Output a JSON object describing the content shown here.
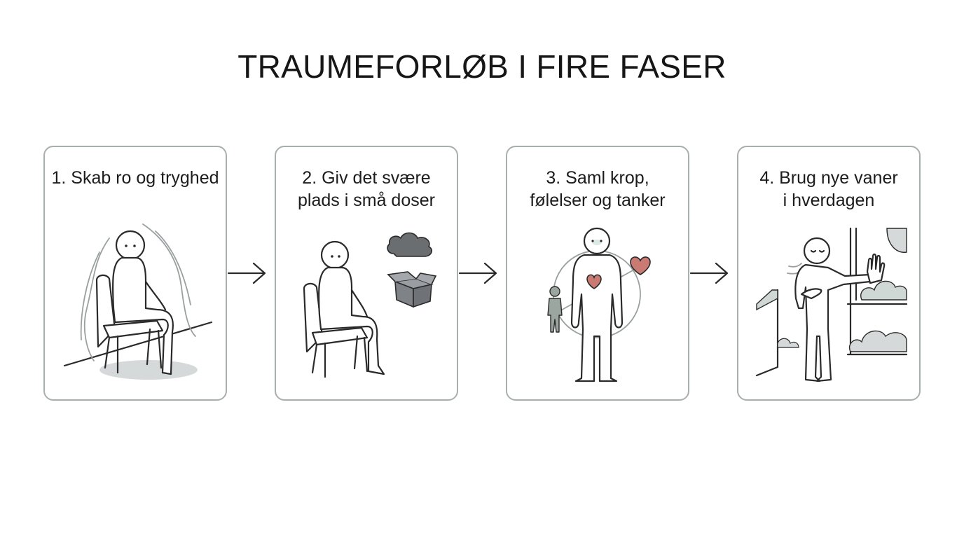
{
  "title": "TRAUMEFORLØB I FIRE FASER",
  "phases": [
    {
      "label": "1. Skab ro og tryghed",
      "icon": "seated-person-calm-icon"
    },
    {
      "label": "2. Giv det svære\nplads i små doser",
      "icon": "seated-person-cloud-box-icon"
    },
    {
      "label": "3. Saml krop,\nfølelser og tanker",
      "icon": "person-hearts-orbit-icon"
    },
    {
      "label": "4. Brug nye vaner\ni hverdagen",
      "icon": "person-window-stop-hand-icon"
    }
  ],
  "colors": {
    "border": "#a9aeae",
    "heart": "#c97a72",
    "cloud": "#6b6e70",
    "box": "#7f8287",
    "small_figure": "#9aa69f"
  }
}
